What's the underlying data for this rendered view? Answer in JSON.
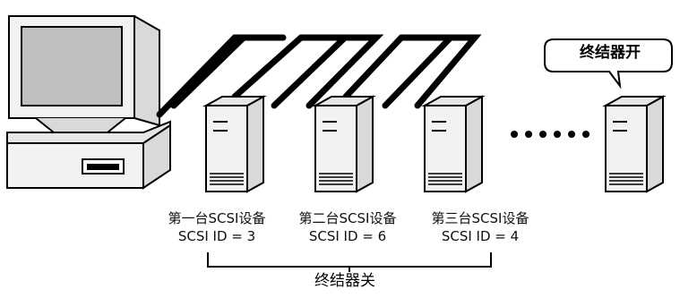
{
  "callout": {
    "text": "终结器开"
  },
  "devices": [
    {
      "name": "第一台SCSI设备",
      "id_label": "SCSI ID = 3"
    },
    {
      "name": "第二台SCSI设备",
      "id_label": "SCSI ID = 6"
    },
    {
      "name": "第三台SCSI设备",
      "id_label": "SCSI ID = 4"
    }
  ],
  "bracket_label": "终结器关",
  "colors": {
    "outline": "#000000",
    "fill_light": "#f2f2f2",
    "fill_mid": "#d9d9d9",
    "screen": "#bfbfbf",
    "cable": "#000000"
  }
}
